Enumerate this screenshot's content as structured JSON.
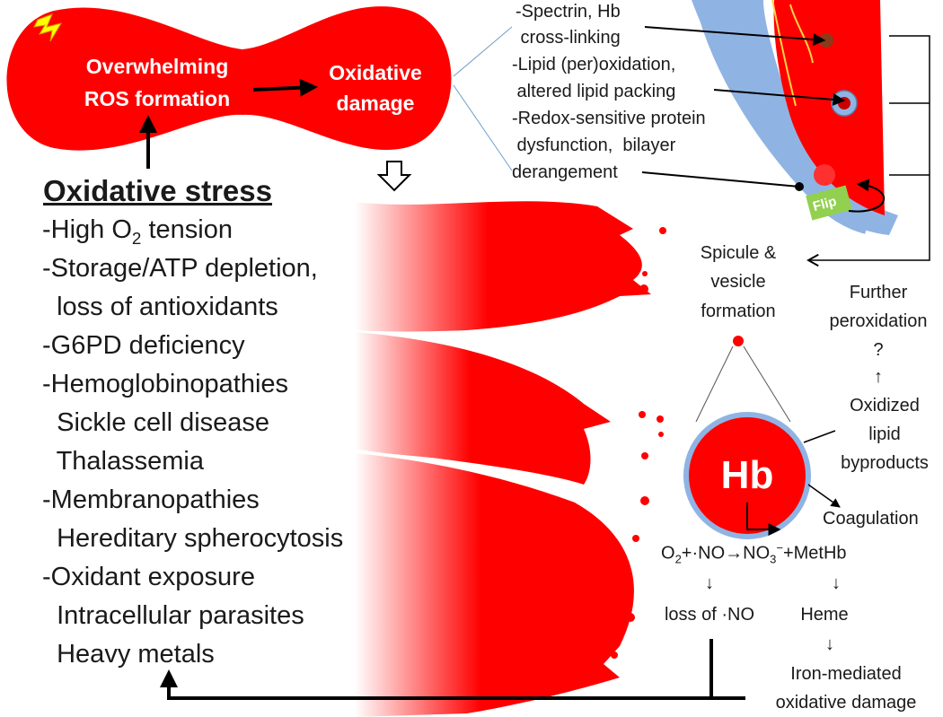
{
  "stress_process": {
    "ros_line1": "Overwhelming",
    "ros_line2": "ROS formation",
    "damage_line1": "Oxidative",
    "damage_line2": "damage"
  },
  "membrane_effects": [
    "-Spectrin, Hb",
    " cross-linking",
    "-Lipid (per)oxidation,",
    " altered lipid packing",
    "-Redox-sensitive protein",
    " dysfunction,  bilayer",
    "derangement"
  ],
  "flip_label": "Flip",
  "oxidative_stress": {
    "title": "Oxidative stress",
    "causes": [
      "-High O",
      "-Storage/ATP depletion,",
      "  loss of antioxidants",
      "-G6PD deficiency",
      "-Hemoglobinopathies",
      "  Sickle cell disease",
      "  Thalassemia",
      "-Membranopathies",
      "  Hereditary spherocytosis",
      "-Oxidant exposure",
      "  Intracellular parasites",
      "  Heavy metals"
    ],
    "o2_subscript": "2",
    "o2_tail": " tension"
  },
  "right_labels": {
    "spicule_1": "Spicule &",
    "spicule_2": "vesicle",
    "spicule_3": "formation",
    "further_1": "Further",
    "further_2": "peroxidation",
    "further_3": "?",
    "up_arrow": "↑",
    "oxidized_1": "Oxidized",
    "oxidized_2": "lipid",
    "oxidized_3": "byproducts",
    "hb": "Hb",
    "coagulation": "Coagulation",
    "reaction_left": "O",
    "reaction_o_sub": "2",
    "reaction_mid": "+·NO",
    "reaction_arrow": "→",
    "reaction_no3": "NO",
    "reaction_no3_sub": "3",
    "reaction_no3_sup": "−",
    "reaction_right": "+MetHb",
    "down_arrow": "↓",
    "loss_no": "loss of ·NO",
    "heme": "Heme",
    "iron_1": "Iron-mediated",
    "iron_2": "oxidative damage"
  },
  "colors": {
    "red": "#ff0000",
    "dark": "#000000",
    "membrane": "#8fb4e3",
    "flip_green": "#92d050",
    "lightning": "#ffff00"
  }
}
